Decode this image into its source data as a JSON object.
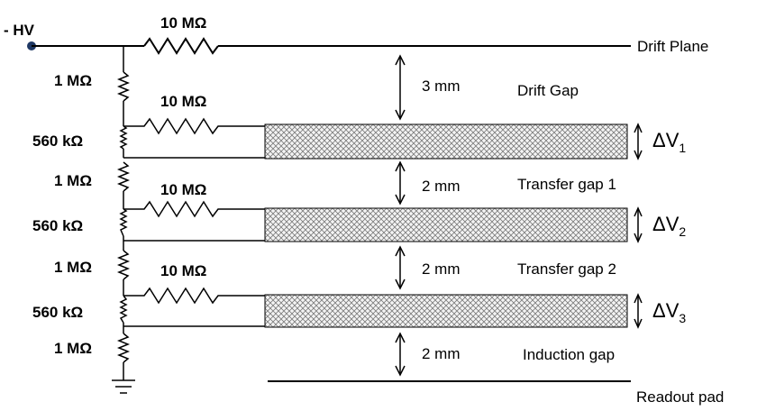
{
  "supply": {
    "label": "- HV"
  },
  "resistors": {
    "top_series": "10 MΩ",
    "divider": [
      "1 MΩ",
      "560  kΩ",
      "1 MΩ",
      "560  kΩ",
      "1 MΩ",
      "560  kΩ",
      "1 MΩ"
    ],
    "gem_feed": [
      "10 MΩ",
      "10 MΩ",
      "10 MΩ"
    ]
  },
  "planes": {
    "drift": "Drift Plane",
    "readout": "Readout pad"
  },
  "gaps": [
    {
      "size": "3 mm",
      "name": "Drift Gap"
    },
    {
      "size": "2 mm",
      "name": "Transfer gap 1"
    },
    {
      "size": "2 mm",
      "name": "Transfer gap 2"
    },
    {
      "size": "2 mm",
      "name": "Induction gap"
    }
  ],
  "voltages": [
    {
      "symbol": "ΔV",
      "sub": "1"
    },
    {
      "symbol": "ΔV",
      "sub": "2"
    },
    {
      "symbol": "ΔV",
      "sub": "3"
    }
  ],
  "colors": {
    "line": "#000000",
    "node": "#1f3864",
    "foil_hatch": "#7a7a7a",
    "foil_fill": "#f4f4f4"
  }
}
